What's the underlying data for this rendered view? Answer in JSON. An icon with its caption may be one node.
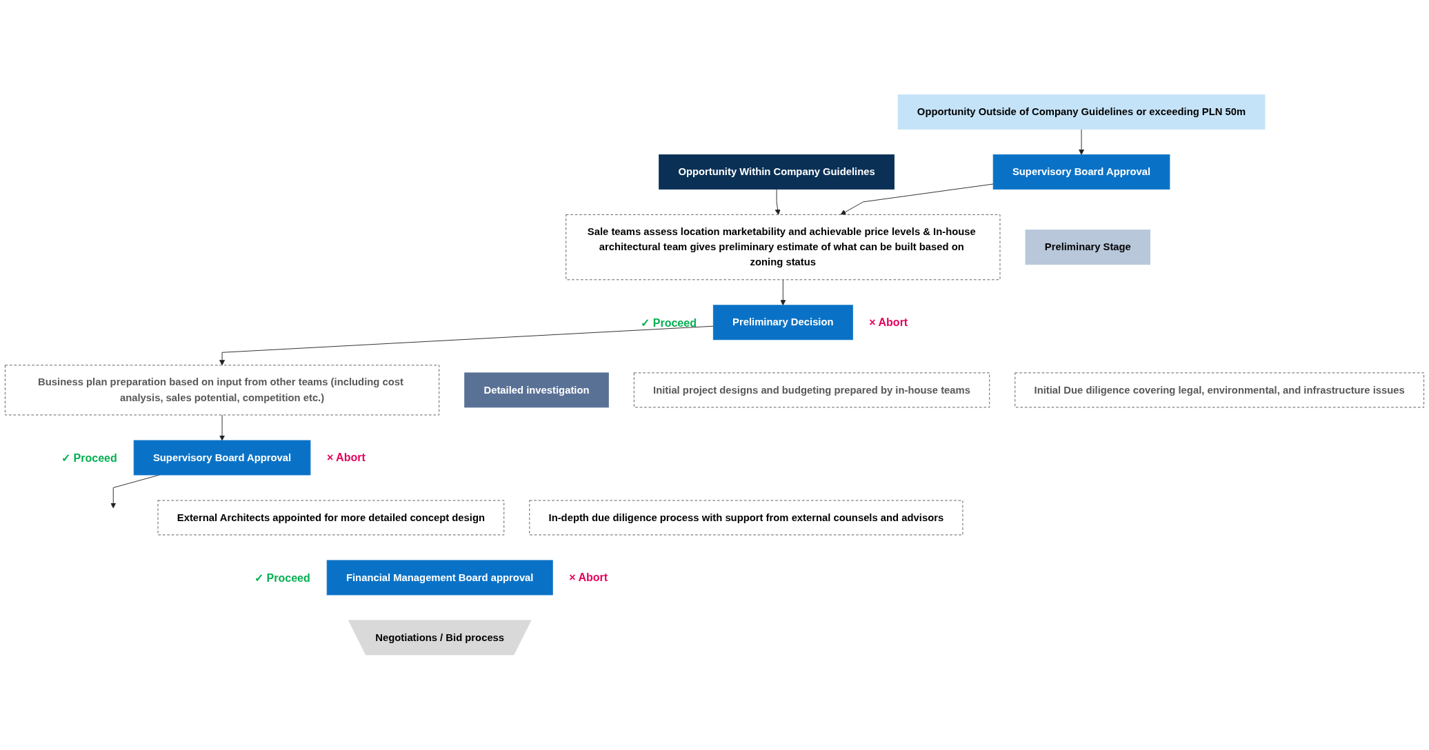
{
  "diagram": {
    "nodes": [
      {
        "text": [
          "Opportunity Within Company Guidelines"
        ]
      },
      {
        "text": [
          "Opportunity Outside of Company Guidelines or exceeding PLN 50m"
        ]
      },
      {
        "text": [
          "Supervisory Board Approval"
        ]
      },
      {
        "text": [
          "Preliminary Stage"
        ]
      },
      {
        "text": [
          "Sale teams assess location marketability and achievable price levels & In-house architectural team gives preliminary estimate of what can be built based on zoning status"
        ]
      },
      {
        "text": [
          "Preliminary Decision"
        ],
        "beside": [
          "✓ Proceed",
          "× Abort"
        ]
      },
      {
        "text": [
          "Detailed investigation"
        ]
      },
      {
        "text": [
          "Initial project designs and budgeting prepared by in-house teams"
        ]
      },
      {
        "text": [
          "Business plan preparation based on input from other teams (including cost analysis, sales potential, competition etc.)"
        ]
      },
      {
        "text": [
          "Initial Due diligence covering legal, environmental, and infrastructure issues"
        ]
      },
      {
        "text": [
          "Supervisory Board Approval"
        ],
        "beside": [
          "✓ Proceed",
          "× Abort"
        ]
      },
      {
        "text": [
          "External Architects appointed for more detailed concept design"
        ]
      },
      {
        "text": [
          "In-depth due diligence process with support from external counsels and advisors"
        ]
      },
      {
        "text": [
          "Financial Management Board approval"
        ],
        "beside": [
          "✓ Proceed",
          "× Abort"
        ]
      },
      {
        "text": [
          "Negotiations / Bid process"
        ]
      }
    ],
    "edges": [
      {
        "from": 0,
        "to": 4,
        "arrow": "to"
      },
      {
        "from": 1,
        "to": 2,
        "arrow": "to"
      },
      {
        "from": 2,
        "to": 4,
        "arrow": "to"
      },
      {
        "from": 4,
        "to": 5,
        "arrow": "to"
      },
      {
        "from": 5,
        "to": 8,
        "arrow": "to"
      },
      {
        "from": 8,
        "to": 10,
        "arrow": "to"
      },
      {
        "from": 10,
        "to": null,
        "arrow": "to"
      }
    ]
  }
}
